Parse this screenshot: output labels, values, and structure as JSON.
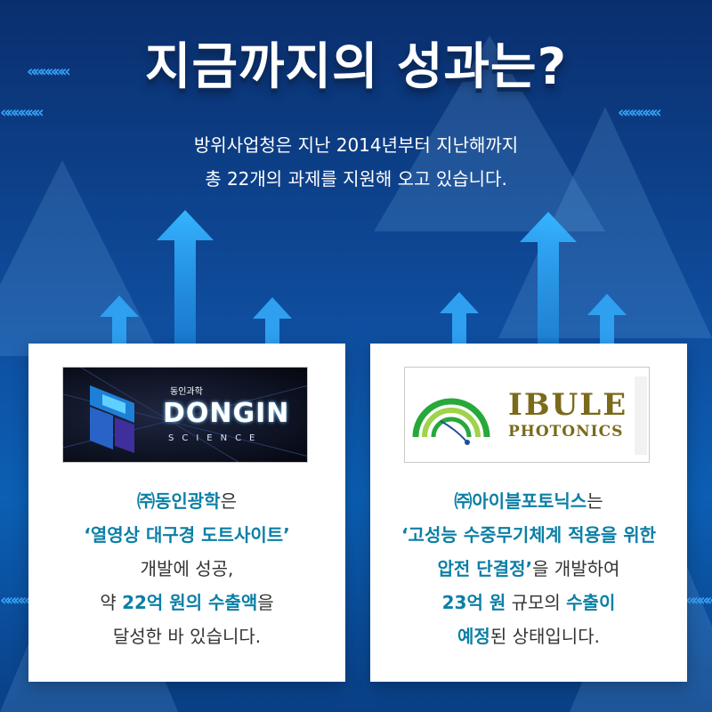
{
  "headline": "지금까지의 성과는?",
  "subtitle": {
    "line1": "방위사업청은 지난 2014년부터 지난해까지",
    "line2": "총 22개의 과제를 지원해 오고 있습니다."
  },
  "decor": {
    "chevron": "««««««",
    "chevron_icon": "chevron-double-left-icon"
  },
  "colors": {
    "accent": "#0b7fa6",
    "background_top": "#0a2f6e",
    "background_mid": "#0b5fb4",
    "arrow": "#2aa8ff",
    "text": "#333333"
  },
  "left_card": {
    "logo": {
      "small_text": "동인과학",
      "main": "DONGIN",
      "sub": "SCIENCE"
    },
    "p1_company": "㈜동인광학",
    "p1_suffix": "은",
    "p2": "‘열영상 대구경 도트사이트’",
    "p3": "개발에 성공,",
    "p4_prefix": "약 ",
    "p4_highlight": "22억 원의 수출액",
    "p4_suffix": "을",
    "p5": "달성한 바 있습니다."
  },
  "right_card": {
    "logo": {
      "main": "IBULE",
      "sub": "PHOTONICS"
    },
    "p1_company": "㈜아이블포토닉스",
    "p1_suffix": "는",
    "p2": "‘고성능 수중무기체계 적용을 위한",
    "p3_highlight": "압전 단결정’",
    "p3_suffix": "을 개발하여",
    "p4_highlight": "23억 원",
    "p4_mid": " 규모의 ",
    "p4_highlight2": "수출이",
    "p5_highlight": "예정",
    "p5_suffix": "된 상태입니다."
  }
}
